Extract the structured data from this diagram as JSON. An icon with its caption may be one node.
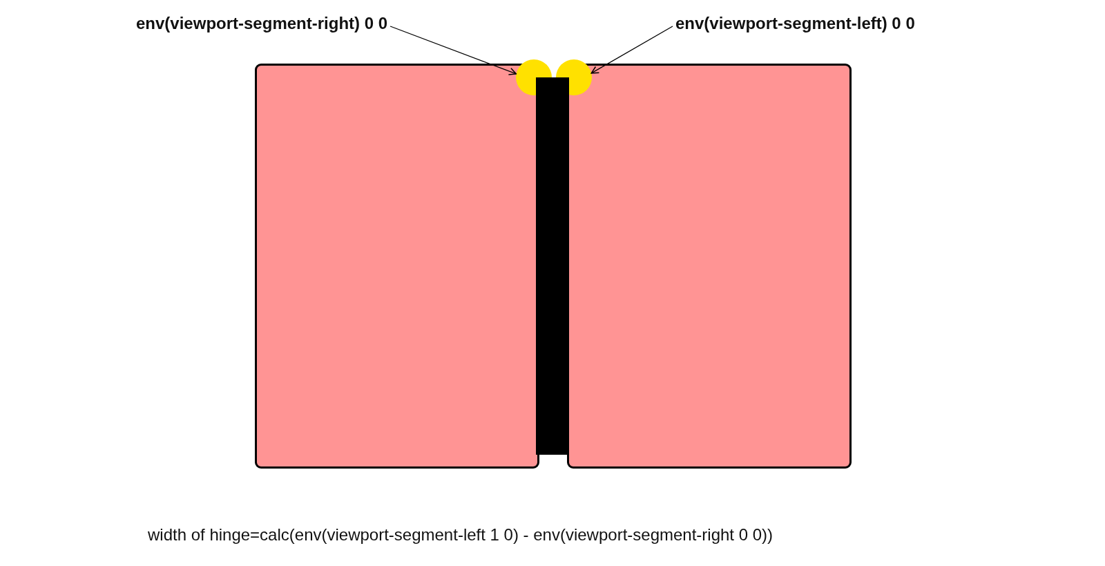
{
  "diagram": {
    "nodes": [
      {
        "text": [
          "env(viewport-segment-right) 0 0"
        ]
      },
      {
        "text": [
          "env(viewport-segment-left) 0 0"
        ]
      },
      {
        "text": [],
        "shape": "box"
      },
      {
        "text": [],
        "shape": "box"
      },
      {
        "text": [],
        "shape": "circle"
      },
      {
        "text": [],
        "shape": "circle"
      },
      {
        "text": [],
        "shape": "bar"
      }
    ],
    "edges": [
      {
        "from": 0,
        "to": 4,
        "arrow": "to"
      },
      {
        "from": 1,
        "to": 5,
        "arrow": "to"
      }
    ],
    "labels": [
      "width of hinge=calc(env(viewport-segment-left 1 0) - env(viewport-segment-right 0 0))"
    ]
  }
}
